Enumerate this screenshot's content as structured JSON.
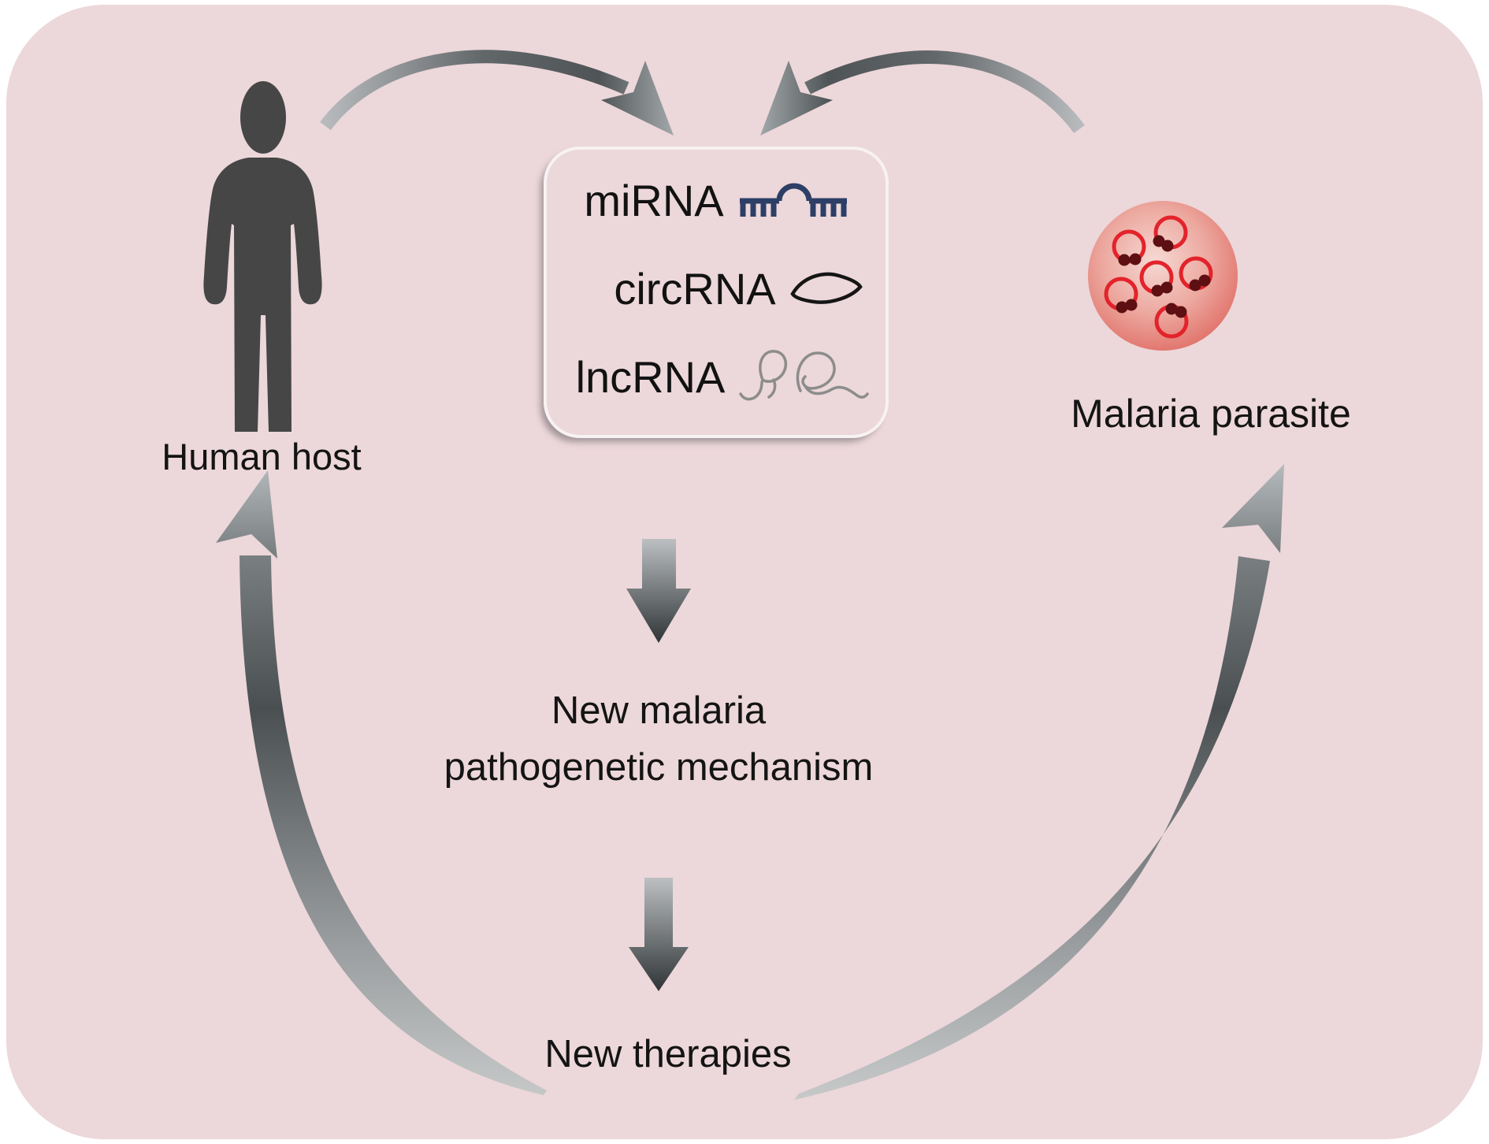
{
  "diagram": {
    "labels": {
      "human_host": "Human host",
      "malaria_parasite": "Malaria parasite",
      "new_mechanism_line1": "New malaria",
      "new_mechanism_line2": "pathogenetic mechanism",
      "new_therapies": "New therapies"
    },
    "rna_box": {
      "items": [
        {
          "label": "miRNA",
          "icon": "mirna-hairpin-icon"
        },
        {
          "label": "circRNA",
          "icon": "circrna-loop-icon"
        },
        {
          "label": "lncRNA",
          "icon": "lncrna-squiggle-icon"
        }
      ]
    },
    "colors": {
      "panel_pink": "#ecd7da",
      "arrow_dark_gray": "#4a4f51",
      "arrow_light_gray": "#b0b5b7",
      "human_silhouette_gray": "#464646",
      "infected_cell_red": "#e06e66",
      "parasite_ring_red": "#e3232b",
      "chromatin_dot_maroon": "#5d0f12",
      "mirna_icon_blue": "#2d3f66",
      "lncrna_icon_gray": "#8c8c8c"
    }
  }
}
